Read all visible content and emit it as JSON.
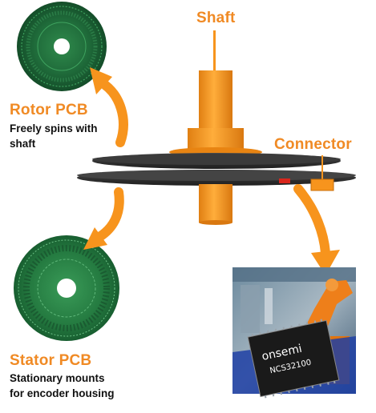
{
  "labels": {
    "shaft": "Shaft",
    "connector": "Connector",
    "rotor_title": "Rotor PCB",
    "rotor_desc_line1": "Freely spins with",
    "rotor_desc_line2": "shaft",
    "stator_title": "Stator PCB",
    "stator_desc_line1": "Stationary mounts",
    "stator_desc_line2": "for encoder housing"
  },
  "chip": {
    "brand": "onsemi",
    "part": "NCS32100"
  },
  "colors": {
    "accent_orange": "#f08a24",
    "shaft_orange": "#f7941d",
    "pcb_green": "#1f6b3a",
    "disc_dark": "#2b2b2b"
  },
  "icons": {
    "rotor_to_label_arrow": "curved-arrow-icon",
    "rotor_to_stator_arrow": "curved-arrow-icon",
    "connector_to_chip_arrow": "curved-arrow-icon"
  }
}
